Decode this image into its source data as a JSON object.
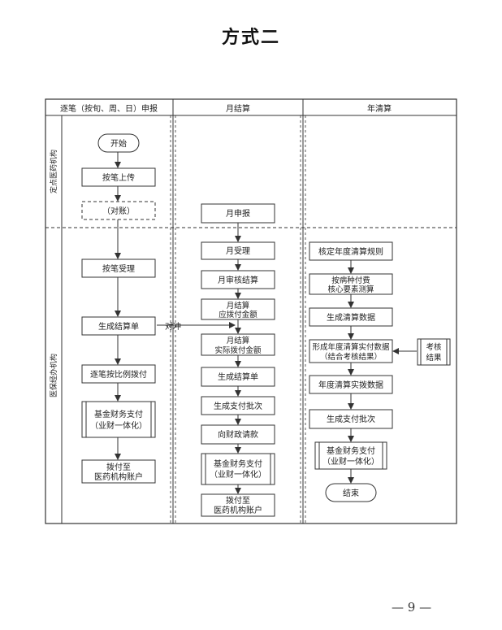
{
  "title": "方式二",
  "page_number": "— 9 —",
  "columns": [
    "逐笔（按旬、周、日）申报",
    "月结算",
    "年清算"
  ],
  "lanes": [
    "定点医药机构",
    "医保经办机构"
  ],
  "arrow_label": "对冲",
  "col1": {
    "start": "开始",
    "upload": "按笔上传",
    "reconcile": "（对账）",
    "accept": "按笔受理",
    "statement": [
      "生成结算单"
    ],
    "ratio_pay": "逐笔按比例拨付",
    "fund_pay": [
      "基金财务支付",
      "（业财一体化）"
    ],
    "transfer": [
      "拨付至",
      "医药机构账户"
    ]
  },
  "col2": {
    "declare": "月申报",
    "accept": "月受理",
    "audit": "月审核结算",
    "settle": [
      "月结算",
      "应拨付金额"
    ],
    "actual": [
      "月结算",
      "实际拨付金额"
    ],
    "statement": "生成结算单",
    "batch": "生成支付批次",
    "request": "向财政请款",
    "fund_pay": [
      "基金财务支付",
      "（业财一体化）"
    ],
    "transfer": [
      "拨付至",
      "医药机构账户"
    ]
  },
  "col3": {
    "rules": "核定年度清算规则",
    "core": [
      "按病种付费",
      "核心要素测算"
    ],
    "data": "生成清算数据",
    "form": [
      "形成年度清算实付数据",
      "（结合考核结果）"
    ],
    "exam": [
      "考核",
      "结果"
    ],
    "actual": "年度清算实拨数据",
    "batch": "生成支付批次",
    "fund_pay": [
      "基金财务支付",
      "（业财一体化）"
    ],
    "end": "结束"
  }
}
